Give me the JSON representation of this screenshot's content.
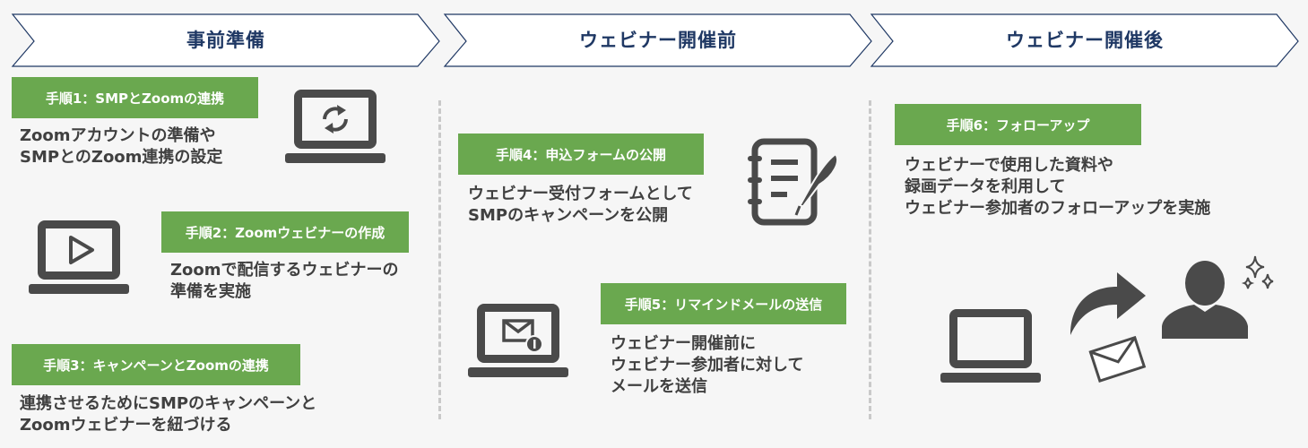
{
  "phases": [
    {
      "title": "事前準備"
    },
    {
      "title": "ウェビナー開催前"
    },
    {
      "title": "ウェビナー開催後"
    }
  ],
  "steps": [
    {
      "label": "手順1：SMPとZoomの連携",
      "desc": [
        "Zoomアカウントの準備や",
        "SMPとのZoom連携の設定"
      ]
    },
    {
      "label": "手順2：Zoomウェビナーの作成",
      "desc": [
        "Zoomで配信するウェビナーの",
        "準備を実施"
      ]
    },
    {
      "label": "手順3：キャンペーンとZoomの連携",
      "desc": [
        "連携させるためにSMPのキャンペーンと",
        "Zoomウェビナーを紐づける"
      ]
    },
    {
      "label": "手順4：申込フォームの公開",
      "desc": [
        "ウェビナー受付フォームとして",
        "SMPのキャンペーンを公開"
      ]
    },
    {
      "label": "手順5：リマインドメールの送信",
      "desc": [
        "ウェビナー開催前に",
        "ウェビナー参加者に対して",
        "メールを送信"
      ]
    },
    {
      "label": "手順6：フォローアップ",
      "desc": [
        "ウェビナーで使用した資料や",
        "録画データを利用して",
        "ウェビナー参加者のフォローアップを実施"
      ]
    }
  ],
  "colors": {
    "navy": "#1f3864",
    "green": "#6aa84f",
    "icon": "#4a4a4a",
    "text": "#404040"
  },
  "icons": [
    "laptop-sync-icon",
    "laptop-play-icon",
    "document-pen-icon",
    "laptop-mail-icon",
    "laptop-icon",
    "share-arrow-icon",
    "envelope-icon",
    "user-icon",
    "sparkle-icon"
  ]
}
